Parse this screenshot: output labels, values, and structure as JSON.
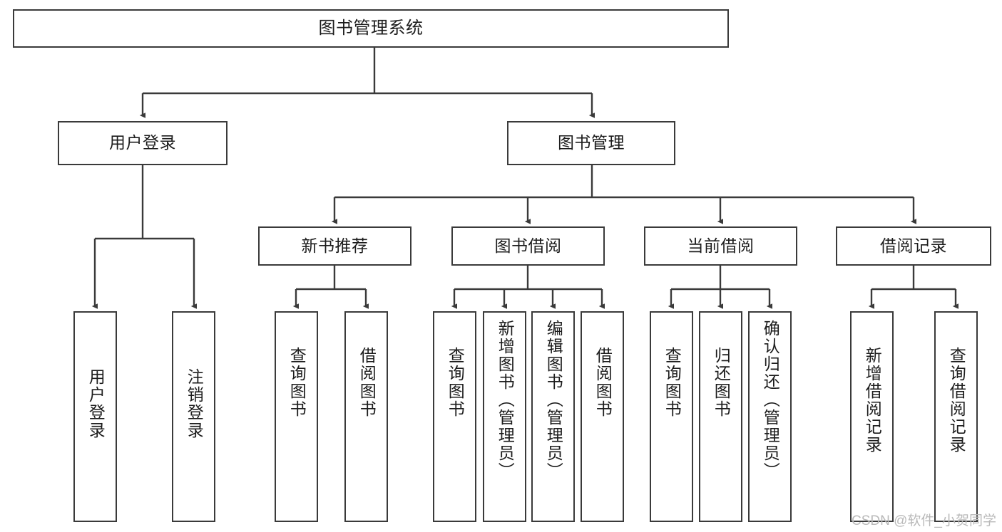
{
  "diagram": {
    "title": "图书管理系统",
    "watermark": "CSDN @软件_小贺同学",
    "stroke_color": "#3a3a3a",
    "text_color": "#1c1c1c",
    "background": "#ffffff",
    "root": {
      "label": "图书管理系统"
    },
    "level2": [
      {
        "key": "user-login",
        "label": "用户登录"
      },
      {
        "key": "book-manage",
        "label": "图书管理"
      }
    ],
    "level3": [
      {
        "key": "new-book-recommend",
        "label": "新书推荐"
      },
      {
        "key": "book-borrow",
        "label": "图书借阅"
      },
      {
        "key": "current-borrow",
        "label": "当前借阅"
      },
      {
        "key": "borrow-record",
        "label": "借阅记录"
      }
    ],
    "leaves": [
      {
        "key": "leaf-user-login",
        "label": "用户登录",
        "parent": "用户登录"
      },
      {
        "key": "leaf-user-logout",
        "label": "注销登录",
        "parent": "用户登录"
      },
      {
        "key": "leaf-query-book-1",
        "label": "查询图书",
        "parent": "新书推荐"
      },
      {
        "key": "leaf-borrow-book-1",
        "label": "借阅图书",
        "parent": "新书推荐"
      },
      {
        "key": "leaf-query-book-2",
        "label": "查询图书",
        "parent": "图书借阅"
      },
      {
        "key": "leaf-add-book",
        "label": "新增图书（管理员）",
        "parent": "图书借阅"
      },
      {
        "key": "leaf-edit-book",
        "label": "编辑图书（管理员）",
        "parent": "图书借阅"
      },
      {
        "key": "leaf-borrow-book-2",
        "label": "借阅图书",
        "parent": "图书借阅"
      },
      {
        "key": "leaf-query-book-3",
        "label": "查询图书",
        "parent": "当前借阅"
      },
      {
        "key": "leaf-return-book",
        "label": "归还图书",
        "parent": "当前借阅"
      },
      {
        "key": "leaf-confirm-return",
        "label": "确认归还（管理员）",
        "parent": "当前借阅"
      },
      {
        "key": "leaf-add-record",
        "label": "新增借阅记录",
        "parent": "借阅记录"
      },
      {
        "key": "leaf-query-record",
        "label": "查询借阅记录",
        "parent": "借阅记录"
      }
    ]
  }
}
